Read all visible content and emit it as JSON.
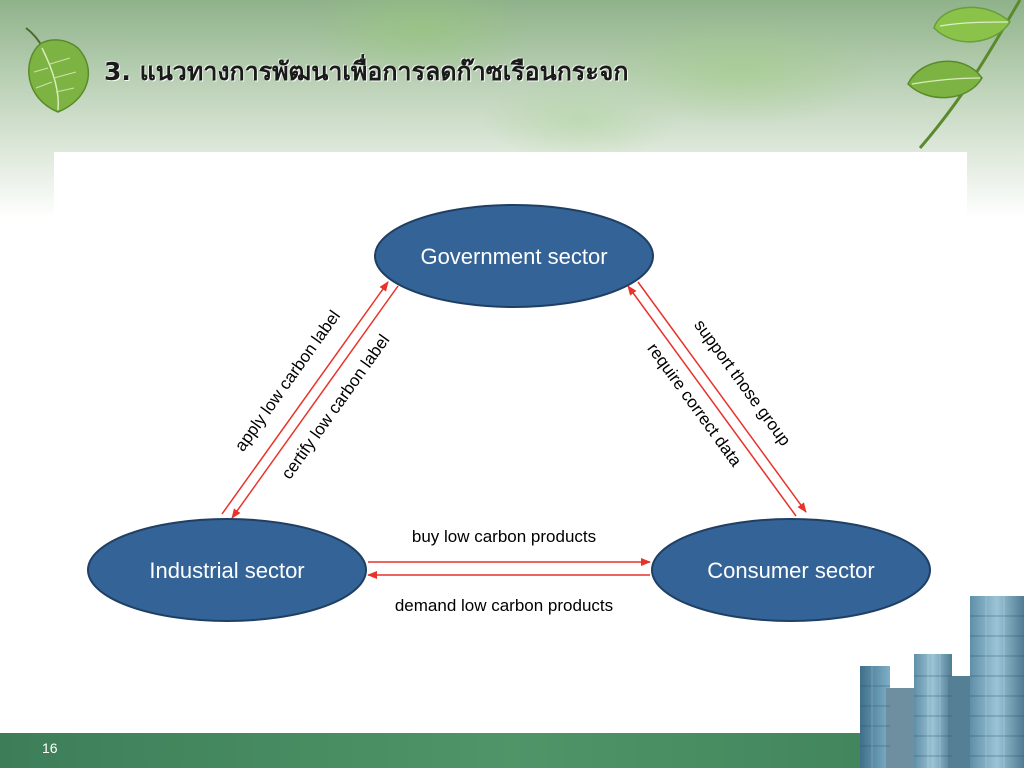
{
  "slide": {
    "title": "3. แนวทางการพัฒนาเพื่อการลดก๊าซเรือนกระจก",
    "page_number": "16"
  },
  "diagram": {
    "nodes": {
      "government": "Government sector",
      "industrial": "Industrial sector",
      "consumer": "Consumer sector"
    },
    "edges": {
      "apply_label": "apply low carbon label",
      "certify_label": "certify low carbon label",
      "support_group": "support those group",
      "require_data": "require correct data",
      "buy_products": "buy low carbon products",
      "demand_products": "demand low carbon products"
    }
  },
  "colors": {
    "node_fill": "#346497",
    "node_stroke": "#1f3f63",
    "arrow": "#e8322a",
    "footer": "#4a8f63"
  },
  "icons": [
    "leaf-icon",
    "vine-icon",
    "buildings-icon"
  ]
}
